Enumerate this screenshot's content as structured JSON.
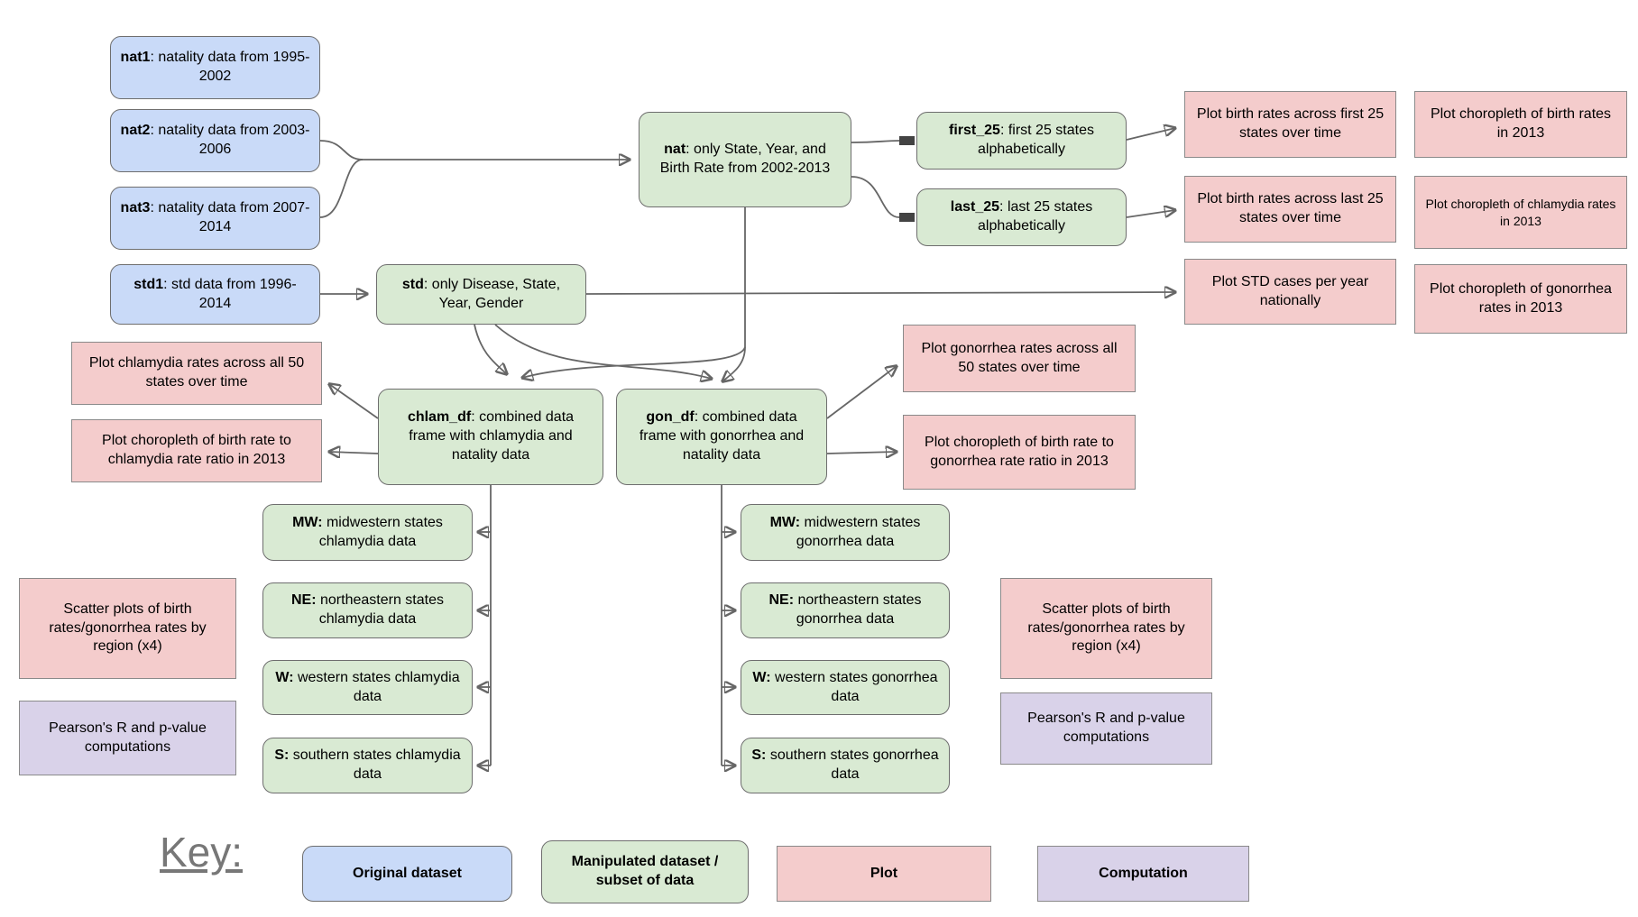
{
  "canvas": {
    "background": "#ffffff"
  },
  "colors": {
    "original_dataset": "#c9daf8",
    "subset_dataset": "#d9ead3",
    "plot": "#f4cccc",
    "computation": "#d9d2e9",
    "connector": "#666666",
    "stub_marker": "#434343"
  },
  "nodes": {
    "nat1": {
      "bold": "nat1",
      "rest": ": natality data from 1995-2002"
    },
    "nat2": {
      "bold": "nat2",
      "rest": ": natality data from 2003-2006"
    },
    "nat3": {
      "bold": "nat3",
      "rest": ": natality data from 2007-2014"
    },
    "std1": {
      "bold": "std1",
      "rest": ": std data from 1996-2014"
    },
    "nat": {
      "bold": "nat",
      "rest": ": only State, Year, and Birth Rate from 2002-2013"
    },
    "std": {
      "bold": "std",
      "rest": ": only Disease, State, Year, Gender"
    },
    "first_25": {
      "bold": "first_25",
      "rest": ": first 25 states alphabetically"
    },
    "last_25": {
      "bold": "last_25",
      "rest": ": last 25 states alphabetically"
    },
    "chlam_df": {
      "bold": "chlam_df",
      "rest": ": combined data frame with chlamydia and natality data"
    },
    "gon_df": {
      "bold": "gon_df",
      "rest": ": combined data frame with gonorrhea and natality data"
    },
    "mw_chlam": {
      "bold": "MW:",
      "rest": " midwestern states chlamydia data"
    },
    "ne_chlam": {
      "bold": "NE:",
      "rest": " northeastern states chlamydia data"
    },
    "w_chlam": {
      "bold": "W:",
      "rest": " western states chlamydia data"
    },
    "s_chlam": {
      "bold": "S:",
      "rest": " southern states chlamydia data"
    },
    "mw_gon": {
      "bold": "MW:",
      "rest": " midwestern states gonorrhea data"
    },
    "ne_gon": {
      "bold": "NE:",
      "rest": " northeastern states gonorrhea data"
    },
    "w_gon": {
      "bold": "W:",
      "rest": " western states gonorrhea data"
    },
    "s_gon": {
      "bold": "S:",
      "rest": " southern states gonorrhea data"
    }
  },
  "plots": {
    "birth_first_25": "Plot birth rates across first 25 states over time",
    "birth_last_25": "Plot birth rates across last 25 states over time",
    "std_per_year": "Plot STD cases per year nationally",
    "choropleth_birth": "Plot choropleth of birth rates in 2013",
    "choropleth_chlamydia": "Plot choropleth of chlamydia rates in 2013",
    "choropleth_gonorrhea": "Plot choropleth of gonorrhea rates in 2013",
    "chlamydia_50_states": "Plot chlamydia rates across all 50 states over time",
    "choropleth_birth_chlamydia_ratio": "Plot choropleth of birth rate to chlamydia rate ratio in 2013",
    "gonorrhea_50_states": "Plot gonorrhea rates across all 50 states over time",
    "choropleth_birth_gonorrhea_ratio": "Plot choropleth of birth rate to gonorrhea rate ratio in 2013",
    "scatter_left": "Scatter plots of birth rates/gonorrhea rates by region (x4)",
    "scatter_right": "Scatter plots of birth rates/gonorrhea rates by region (x4)"
  },
  "computations": {
    "pearson_left": "Pearson's R and p-value computations",
    "pearson_right": "Pearson's R and p-value computations"
  },
  "key": {
    "title": "Key:",
    "original": "Original dataset",
    "subset": "Manipulated dataset / subset of data",
    "plot": "Plot",
    "computation": "Computation"
  }
}
